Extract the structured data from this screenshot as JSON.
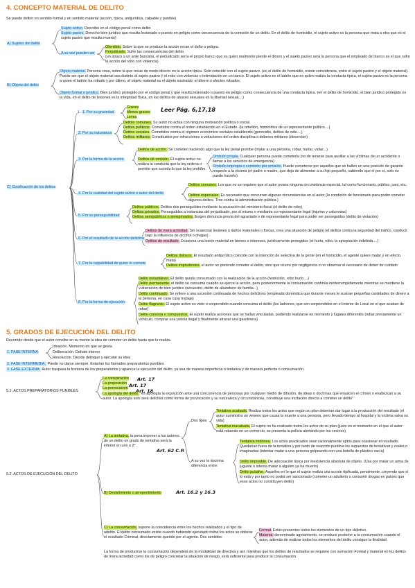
{
  "sec4": {
    "title": "4. CONCEPTO MATERIAL DE DELITO",
    "intro": "Se puede definir en sentido formal y en sentido material (acción, típica, antijurídica, culpable y punible)",
    "A": {
      "label": "A) Sujetos del delito",
      "activo_term": "Sujeto activo.",
      "activo_text": " Describo en el código penal como delito",
      "pasivo_term": "Sujeto pasivo.",
      "pasivo_text": " Derecho bien jurídico que resulta lesionado o puesto en peligro como consecuencia de la comisión de un delito. En el delito de homicidio, el sujeto activo es la persona que mata a otra que es el sujeto pasivo que resulta muerto)",
      "a_su_vez": "A su vez pueden ser",
      "ofendido_term": "Ofendido.",
      "ofendido_text": " Sobre la que se produce la acción recae el daño o peligro.",
      "perjudicado_term": "Perjudicado.",
      "perjudicado_text": " Sufre las consecuencias del delito.",
      "perjudicado_ex": "(un atraco a un ante bancaria, el perjudicado sería el propio banco que es quien realmente pierde el dinero y el sujeto pasivo será la persona que el empleado del banco es el que sufre la acción del robo con violencia)"
    },
    "B": {
      "label": "B) Objeto del delito",
      "material_term": "Objeto material.",
      "material_text": " Persona cosa, sobre la que recae de modo directo en la acción típica. Solo coincidir con el sujeto pasivo. (en el delito de homicidio, existe coincidencia, entre el sujeto pasivo y el objeto material). Puede ser que el objeto material sea distinto al sujeto pasivo (i el robo con violencia o intimidación en un banco. El sujeto activo es el ladrón que es quien realiza la conducta típica, el sujeto pasivo es la persona a quien el ladrón ha robado y por último, el objeto material es el objeto sustraído, el dinero o efectos robados.",
      "formal_term": "Objeto formal o jurídico.",
      "formal_text": " Bien jurídico protegido por el código penal y que resulta lesionado o puesto en peligro como consecuencia de una conducta típica. (en el delito de homicidio, el bien jurídico protegido es la vida, en el delito de lesiones es la integridad física, en los delitos de abusos sexuales es la libertad sexual,...)"
    },
    "C": {
      "label": "C) Clasificación de los delitos",
      "hw_leer": "Leer Pág. 6,17,18",
      "item1": {
        "label": "1.  Por su gravedad",
        "graves": "Graves",
        "menos": "Menos graves",
        "leves": "Leves"
      },
      "item2": {
        "label": "2. Por su naturaleza",
        "comunes_t": "Delitos comunes.",
        "comunes": " Su autor no actúa con ninguna motivación política o social.",
        "politicos_t": "Delitos políticos.",
        "politicos": " Cometidos contra el orden establecido en el Estado. (la rebelión, homicidios de un representante político....)",
        "sociales_t": "Delitos sociales.",
        "sociales": " Cometidos contra el régimen económico sociales establecido (genocidio, delitos de odio....)",
        "militares_t": "Delitos militares.",
        "militares": " Constituidos por infracciones o violaciones del orden disciplina o deberes militares (deserción)"
      },
      "item3": {
        "label": "3. Por la forma de la acción",
        "accion_t": "Delitos de acción.",
        "accion": " Se cometen haciendo algo que la ley penal prohíbe (matar a una persona, robar, hurtar, violar...)",
        "omision_t": "Delitos de omisión.",
        "omision": " El sujeto activo no realiza la conducta que la ley ordena o permite que suceda lo que la ley prohíbe.",
        "propia_t": "Omisión propia.",
        "propia": " Cualquier persona puede cometerla (no de tenerse para auxiliar a las víctimas de un accidente o llamar a los servicios de emergencia)",
        "impropia_t": "Omisión impropia o comisión por omisión.",
        "impropia": " Puede cometerse por aquellos que se hallen en una posición de garante respecto a la víctima (el padre o madre, que deja de alimentar a su hijo pequeño, sabiendo que el por sí, solo no puede hacerlo)"
      },
      "item4": {
        "label": "4. Por la cualidad del sujeto activo o autor del delito",
        "comunes_t": "Delitos comunes.",
        "comunes": " Los que no se requiere que el autor posea ninguna circunstancia especial, tal como funcionario, público, juez, etc.",
        "especiales_t": "Delitos especiales.",
        "especiales": " Es necesario que concurran algunas circunstancias en el autor (la condición de funcionario para poder cometer algunos delitos. Tros contra la administración pública.)"
      },
      "item5": {
        "label": "5. Por su perseguibilidad",
        "publicos_t": "Delitos públicos.",
        "publicos": " Delitos dos perseguibles mediante la acusación del ministerio fiscal (el delito de robo)",
        "privados_t": "Delitos privados.",
        "privados": " Perseguibles a instancias del perjudicado, por sí mismo o mediante su representante legal (injurias y calumnias)",
        "semi_t": "Delitos semipúblicos o semiprivados.",
        "semi": " Exigen denuncia previa del agraviado o de representante legal para poder ser perseguidos (delito de violación)"
      },
      "item6": {
        "label": "6. Por el resultado de la acción delictiva",
        "actividad_t": "Delitos de mera actividad.",
        "actividad": " Sin ocasionar lesiones o daños materiales o físicas, crea una situación de peligro (el delitos contra la seguridad del tráfico, conducir bajo la influencia de alcohol o drogas)",
        "resultado_t": "Delitos de resultado.",
        "resultado": " Ocasiona una lesión material en bienes o intereses, jurídicamente protegidos (el hurto, robo, la apropiación indebida....)"
      },
      "item7": {
        "label": "7. Por la culpabilidad de quien lo comete",
        "dolosos_t": "Delitos dolosos.",
        "dolosos": " El resultado antijurídico coincide con la intención de selectiva de la gente (en el homicidio, el agente quiere matar y en efecto, mata)",
        "imprudentes_t": "Delitos imprudentes.",
        "imprudentes": " el autor no pretende cometer el delito, sino que ocurre por negligencia o no observar el necesario de deber de cuidado"
      },
      "item8": {
        "label": "8. Por la forma de ejecución",
        "instantaneo_t": "Delito instantáneo.",
        "instantaneo": " El delito queda consumado con la realización de la acción (homicidio, robo hurto....)",
        "permanente_t": "Delito permanente.",
        "permanente": " el delito se consuma cuando se ejerce la acción, pero posteriormente la consumación continúa ininterrumpidamente mientras se mantiene la vulneración de bien jurídico (secuestro, delito de abandono de familia...)",
        "continuado_t": "Delito continuado.",
        "continuado": " Se refiere a una sucesión continuada de hechos delictivos (empleada doméstica que durante meses le sustrae pequeñas cantidades de dinero a la persona, en cuya casa trabaja)",
        "flagrante_t": "Delito flagrante.",
        "flagrante": " El sujeto activo es visto o sorprendido cuando consuma el delito (los ladrones, que son sorprendidos en el interior de Local en el que acaban de robar)",
        "conexos_t": "Delito conexos o compuestos.",
        "conexos": " El sujeto realiza acciones que se hallan vinculadas, pudiendo realizarse en momento y lugares diferentes (robar previamente un vehículo, comprar una pistola ilegal y finalmente atracar una gasolinera)"
      }
    }
  },
  "sec5": {
    "title": "5. GRADOS DE EJECUCIÓN DEL DELITO",
    "intro": "Recorrido desde que el autor concibe en su mente la idea de cometer un delito hasta que lo realiza.",
    "f1": {
      "label": "1. FASE INTERNA",
      "ideacion": "Ideación. Momento en que se gesta",
      "deliberacion": "Deliberación. Debate interno",
      "resolucion": "Resolución. Decide delinquir y ejecutar su idea"
    },
    "f2": {
      "term": "2. FASE INTERMEDIA.",
      "text": " Puede no darse siempre. Estarían los llamados preparatorios punibles"
    },
    "f3": {
      "term": "3. FASE EXTERNA.",
      "text": " Autor traspasa la frontera de los preparatorios y aparece la ejecución del delito, ya sea de manera imperfecta o tentativa y de manera perfecta o consumación."
    },
    "actos": {
      "label": "5.1.  ACTOS PREPARATORIOS PUNIBLES",
      "conspiracion": "La conspiración",
      "proposicion": "La proposición",
      "provocacion": "La provocación",
      "apologia_t": "La apología del delito.",
      "apologia": " \"es apología la exposición ante una concurrencia de personas por cualquier medio de difusión, de ideas o doctrinas que ensalcen el crimen o enaltezcan a su autor. La apología solo será delictiva como forma de provocación y su naturaleza y circunstancias, constituye una incitación directa a cometer un delito\"",
      "hw1": "Art. 17",
      "hw2": "Art. 17",
      "hw3": "Art. 18"
    },
    "ejec": {
      "label": "5.2.  ACTOS DE EJECUCIÓN DEL DELITO",
      "tentativa_t": "A) La tentativa,",
      "tentativa": " la pena imponer a los autores de un delito en grado de tentativa será la inferior en uno o 2°.",
      "hw_tentativa": "Art. 62 C.P.",
      "dos_tipos": "Dos tipos",
      "acabada_t": "Tentativa acabada.",
      "acabada": " Realiza todos los actos que según su plan deberían dar lugar a la producción del resultado (el autor suministra un veneno que causa la muerte a una persona, pero llevado tiempo al hospital y la víctima salva su vida)",
      "inacabada_t": "Tentativa inacabada.",
      "inacabada": " El sujeto no ha realizado todos los actos de su plan (justo en el momento en el que el autor está robando en un comercio, se presenta la policía alertando por los vecinos)",
      "doctrina": "A su vez la doctrina diferencia entre:",
      "inidonea_t": "Tentativa inidónea.",
      "inidonea": " Los actos practicados sean racionalmente aptos para ocasionar el resultado. Quedarían fuera de la tentativa y por tanto de reacción punitiva los supuestos de tentativas y reales o imaginarias (intentar matar a una persona golpeando con una botella de plástico vacía)",
      "imposible_t": "Delito imposible.",
      "imposible": " De adecuación típica por inexistencia absoluta de objeto. (Usa por matar un arma de juguete o intenta matar a alguien ya ha muerto)",
      "putativo_t": "Delito putativo.",
      "putativo": " Aquellos en lo que el sujeto realiza una acción típificada, penalmente, creyendo que sí lo está y por tanto no podrá ser sancionado (cometer un adulterio o consumir drogas en países que esos actos no constituyen delito)",
      "desist_t": "B) Desistimiento o arrepentimiento",
      "hw_desist": "Art. 16.2 y 16.3",
      "consumacion_t": "C) La consumación,",
      "consumacion": " supone la coincidencia entre los hechos realizados y el tipo de adelito. El delito consumado existe cuando habiendo ejecutado todos los actos se obtiene el resultado Criminal, directamente querido por el agente. Dos sentidos:",
      "formal_t": "Formal.",
      "formal": " Están presentes todos los elementos de un tipo delictivo.",
      "material_t": "Material.",
      "material": " denominado agotamiento, se produce posterior a la consumación cuando el autor, además de realizar todos los elementos del delito consigue la finalidad",
      "final": "La forma de producirse la consumación dependerá de la modalidad de directiva y así, mientras que los delitos de resultados se requiere con sumación Formal y material en los delitos de mera actividad como los de peligro concretar la situación de riesgo, será suficiente para producir la consumación"
    }
  }
}
